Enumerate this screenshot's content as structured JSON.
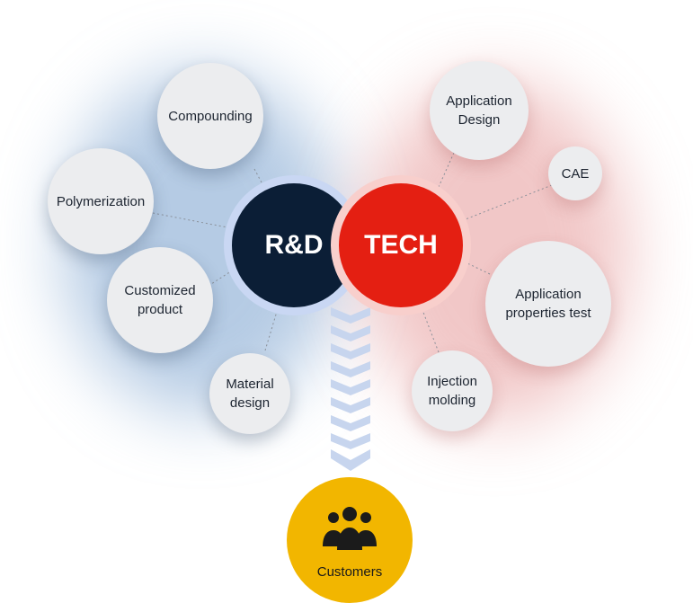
{
  "core": {
    "left": "R&D",
    "right": "TECH"
  },
  "rd_branches": [
    "Compounding",
    "Polymerization",
    "Customized\nproduct",
    "Material\ndesign"
  ],
  "tech_branches": [
    "Application\nDesign",
    "CAE",
    "Application\nproperties test",
    "Injection\nmolding"
  ],
  "target": {
    "label": "Customers",
    "icon": "people-icon"
  },
  "colors": {
    "rd": "#0b1e36",
    "tech": "#e41f12",
    "customers": "#f2b600",
    "node": "#ecedef",
    "arrow": "#c7d5ee"
  }
}
